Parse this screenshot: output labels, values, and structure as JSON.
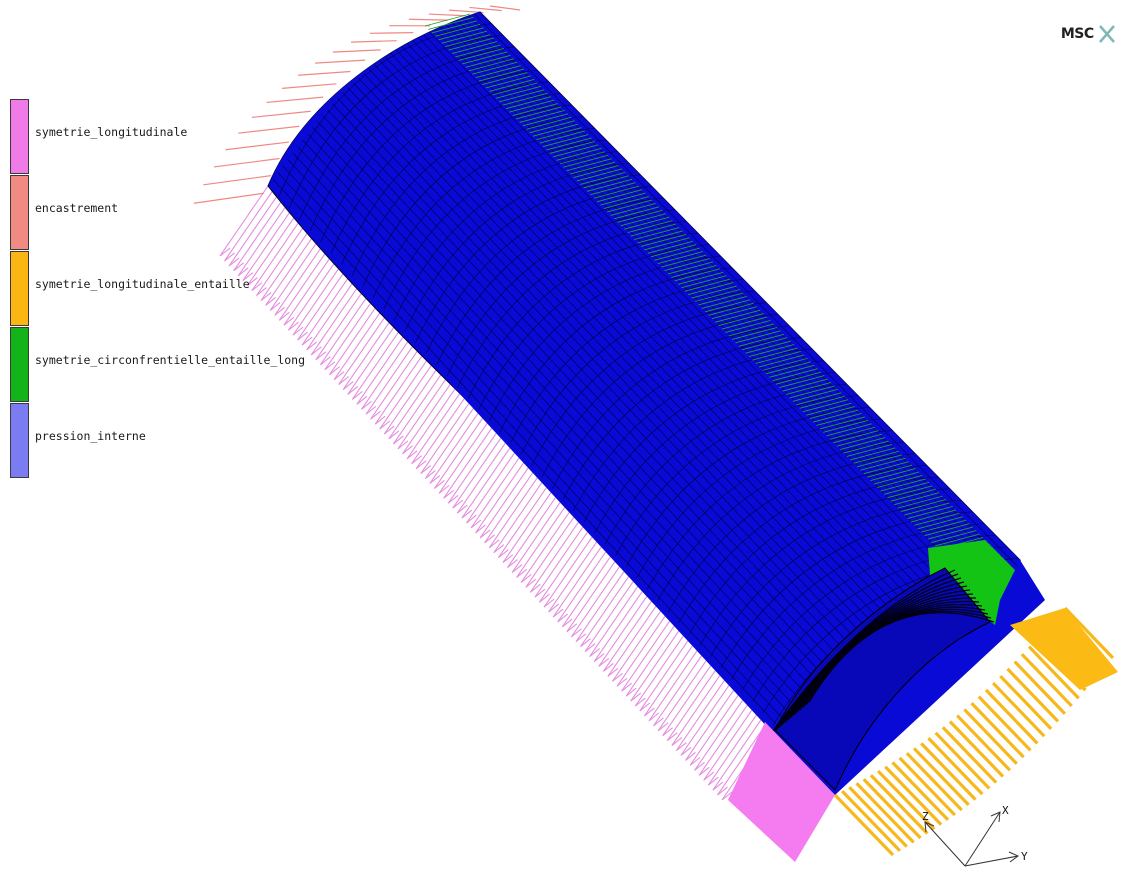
{
  "legend": {
    "items": [
      {
        "label": "symetrie_longitudinale",
        "color": "#f07ae8"
      },
      {
        "label": "encastrement",
        "color": "#f08a82"
      },
      {
        "label": "symetrie_longitudinale_entaille",
        "color": "#fbb614"
      },
      {
        "label": "symetrie_circonfrentielle_entaille_long",
        "color": "#12b41a"
      },
      {
        "label": "pression_interne",
        "color": "#7c7cf2"
      }
    ]
  },
  "logo": {
    "text": "MSC",
    "color": "#9cc"
  },
  "triad": {
    "x_label": "X",
    "y_label": "Y",
    "z_label": "Z"
  },
  "colors": {
    "mesh_fill": "#0a0ad6",
    "mesh_line": "#000044",
    "pink_arrows": "#e58de0",
    "salmon_arrows": "#ef8983",
    "green_arrows": "#22a030",
    "yellow_arrows": "#f7b81b"
  }
}
